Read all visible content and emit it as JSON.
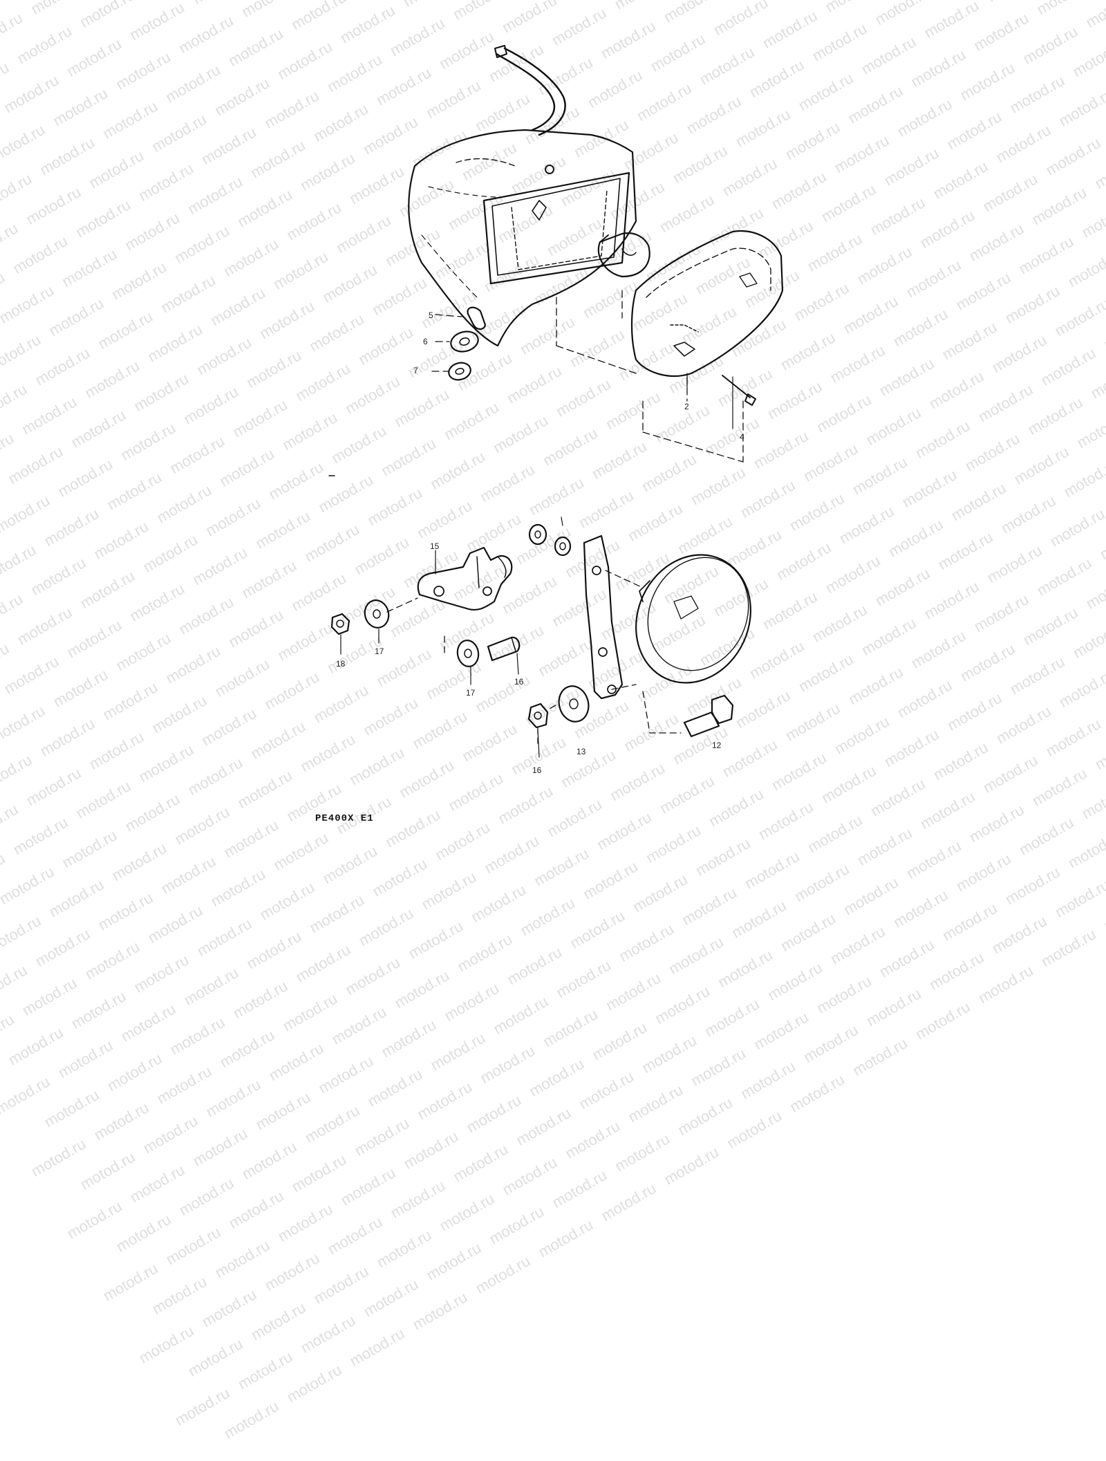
{
  "watermark": {
    "text": "motod.ru"
  },
  "model_code": "PE400X E1",
  "callouts": [
    {
      "id": "c5",
      "text": "5"
    },
    {
      "id": "c6",
      "text": "6"
    },
    {
      "id": "c7",
      "text": "7"
    },
    {
      "id": "c2",
      "text": "2"
    },
    {
      "id": "c4",
      "text": "4"
    },
    {
      "id": "c15",
      "text": "15"
    },
    {
      "id": "c18",
      "text": "18"
    },
    {
      "id": "c17a",
      "text": "17"
    },
    {
      "id": "c17b",
      "text": "17"
    },
    {
      "id": "c16a",
      "text": "16"
    },
    {
      "id": "c16b",
      "text": "16"
    },
    {
      "id": "c13",
      "text": "13"
    },
    {
      "id": "c12",
      "text": "12"
    }
  ]
}
